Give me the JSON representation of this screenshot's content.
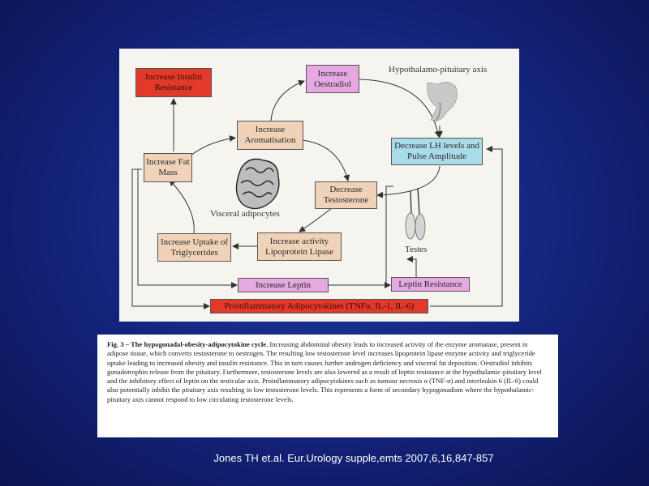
{
  "diagram": {
    "nodes": {
      "insulin": "Increase Insulin Resistance",
      "oestradiol": "Increase Oestradiol",
      "aromatisation": "Increase Aromatisation",
      "fat_mass": "Increase Fat Mass",
      "lh": "Decrease LH levels and Pulse Amplitude",
      "testosterone": "Decrease Testosterone",
      "uptake": "Increase Uptake of Triglycerides",
      "lipase": "Increase activity Lipoprotein Lipase",
      "leptin": "Increase Leptin",
      "leptin_resistance": "Leptin Resistance",
      "adipocytokines": "Proinflammatory Adipocytokines (TNFα, IL-1, IL-6)"
    },
    "labels": {
      "axis": "Hypothalamo-pituitary axis",
      "visceral": "Visceral adipocytes",
      "testes": "Testes"
    },
    "colors": {
      "tan": "#efd2b8",
      "red": "#e23a2a",
      "pink": "#e5a8e0",
      "blue": "#a9dbe8"
    }
  },
  "caption": {
    "title": "Fig. 3 – The hypogonadal-obesity-adipocytokine cycle.",
    "text": "Increasing abdominal obesity leads to increased activity of the enzyme aromatase, present in adipose tissue, which converts testosterone to oestrogen. The resulting low testosterone level increases lipoprotein lipase enzyme activity and triglyceride uptake leading to increased obesity and insulin resistance. This in turn causes further androgen deficiency and visceral fat deposition. Oestradiol inhibits gonadotrophin release from the pituitary. Furthermore, testosterone levels are also lowered as a result of leptin resistance at the hypothalamic-pituitary level and the inhibitory effect of leptin on the testicular axis. Proinflammatory adipocytokines such as tumour necrosis α (TNF-α) and interleukin 6 (IL-6) could also potentially inhibit the pituitary axis resulting in low testosterone levels. This represents a form of secondary hypogonadism where the hypothalamic-pituitary axis cannot respond to low circulating testosterone levels."
  },
  "citation": "Jones TH et.al. Eur.Urology supple,emts 2007,6,16,847-857"
}
